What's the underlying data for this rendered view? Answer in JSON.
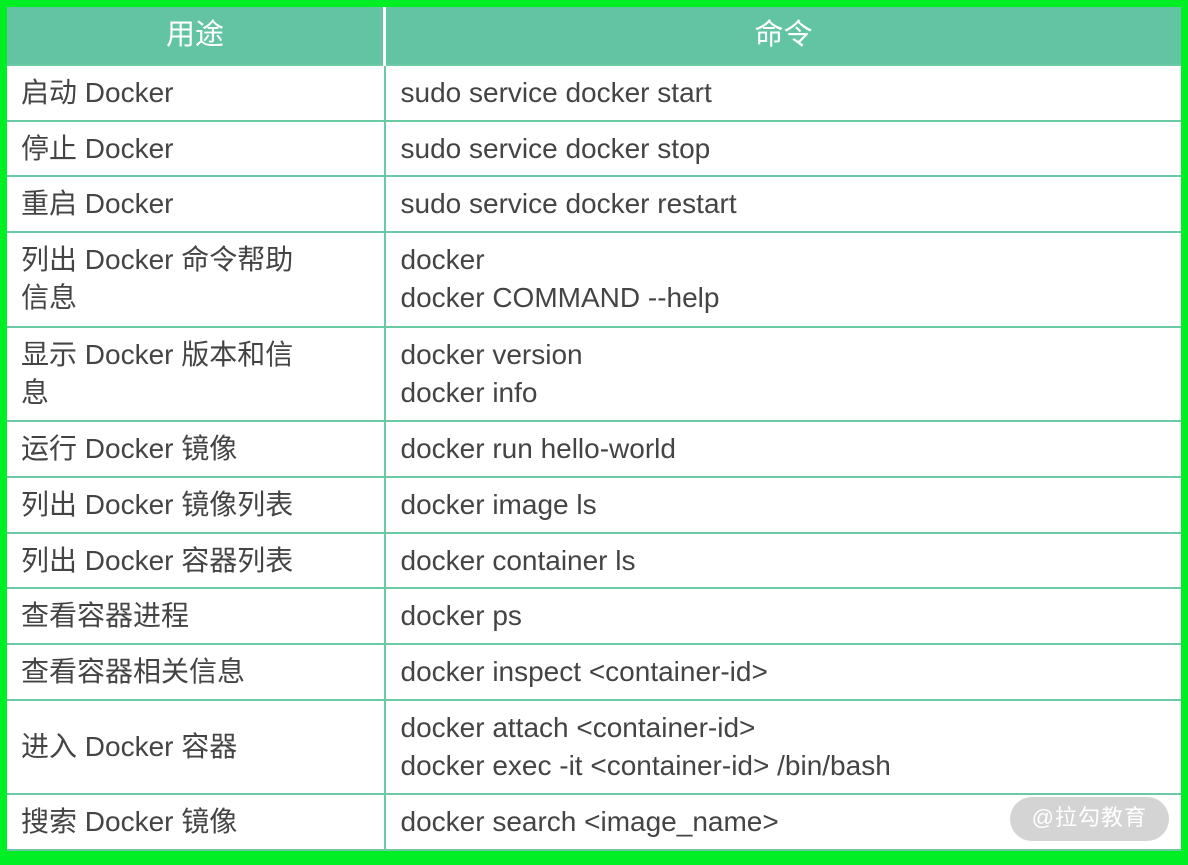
{
  "table": {
    "headers": {
      "purpose": "用途",
      "command": "命令"
    },
    "rows": [
      {
        "purpose": "启动 Docker",
        "command": "sudo service docker start"
      },
      {
        "purpose": "停止 Docker",
        "command": "sudo service docker stop"
      },
      {
        "purpose": "重启 Docker",
        "command": "sudo service docker restart"
      },
      {
        "purpose": "列出 Docker 命令帮助\n信息",
        "command": "docker\ndocker COMMAND --help"
      },
      {
        "purpose": "显示 Docker 版本和信\n息",
        "command": "docker version\ndocker info"
      },
      {
        "purpose": "运行 Docker 镜像",
        "command": "docker run hello-world"
      },
      {
        "purpose": "列出 Docker 镜像列表",
        "command": "docker image ls"
      },
      {
        "purpose": "列出 Docker 容器列表",
        "command": "docker container ls"
      },
      {
        "purpose": "查看容器进程",
        "command": "docker ps"
      },
      {
        "purpose": "查看容器相关信息",
        "command": "docker inspect <container-id>"
      },
      {
        "purpose": "进入 Docker 容器",
        "command": "docker attach <container-id>\ndocker exec -it <container-id> /bin/bash"
      },
      {
        "purpose": "搜索 Docker 镜像",
        "command": "docker search <image_name>"
      }
    ]
  },
  "watermark": {
    "text": "@拉勾教育"
  },
  "colors": {
    "frame_green": "#00ef24",
    "header_teal": "#63c4a4",
    "grid_teal": "#6cc9a5",
    "text_dark": "#444444",
    "watermark_pill": "#d4d4d4"
  }
}
